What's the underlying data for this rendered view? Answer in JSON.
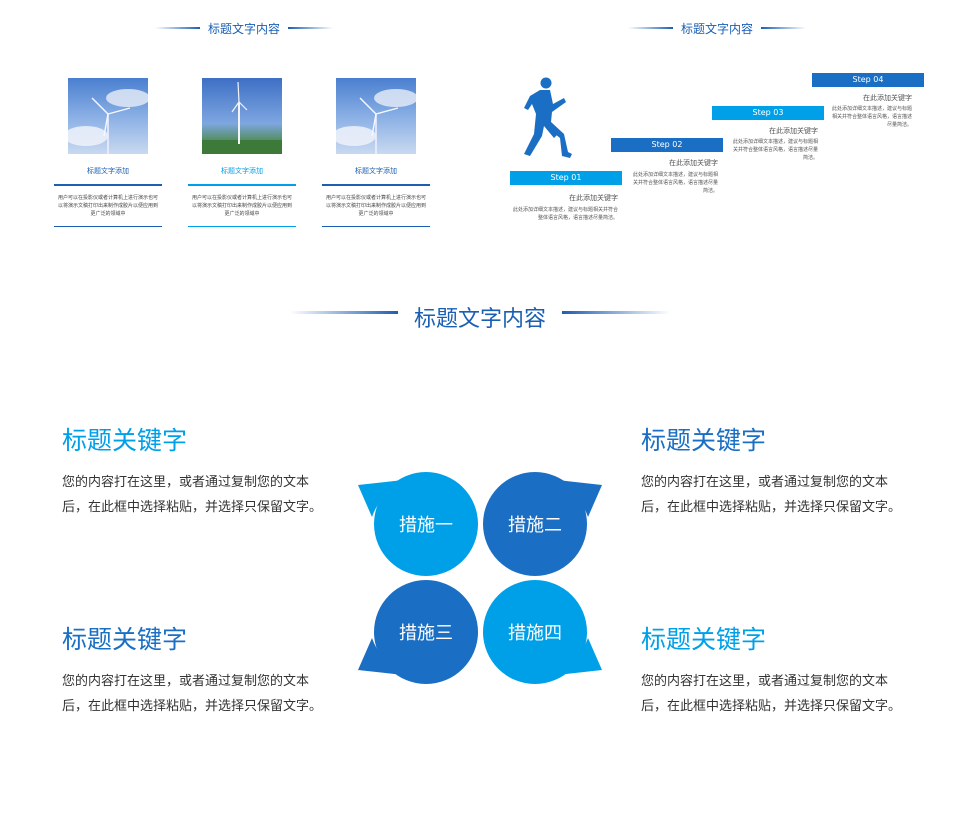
{
  "top_left": {
    "title": "标题文字内容",
    "cards": [
      {
        "title": "标题文字添加",
        "desc": "用户可以在投影仪或者计算机上进行演示也可以将演示文稿打印出来制作成胶片以便应用到更广泛的领域中",
        "accent": "#1a5fb4"
      },
      {
        "title": "标题文字添加",
        "desc": "用户可以在投影仪或者计算机上进行演示也可以将演示文稿打印出来制作成胶片以便应用到更广泛的领域中",
        "accent": "#00a0e9"
      },
      {
        "title": "标题文字添加",
        "desc": "用户可以在投影仪或者计算机上进行演示也可以将演示文稿打印出来制作成胶片以便应用到更广泛的领域中",
        "accent": "#1a5fb4"
      }
    ]
  },
  "top_right": {
    "title": "标题文字内容",
    "steps": [
      {
        "label": "Step 01",
        "keyword": "在此添加关键字",
        "desc": "此处添加详细文本描述，建议与标题相关并符合整体语言风格，语言描述尽量简洁。",
        "color": "#00a0e9"
      },
      {
        "label": "Step 02",
        "keyword": "在此添加关键字",
        "desc": "此处添加详细文本描述，建议与标题相关并符合整体语言风格，语言描述尽量简洁。",
        "color": "#1a6fc4"
      },
      {
        "label": "Step 03",
        "keyword": "在此添加关键字",
        "desc": "此处添加详细文本描述，建议与标题相关并符合整体语言风格，语言描述尽量简洁。",
        "color": "#00a0e9"
      },
      {
        "label": "Step 04",
        "keyword": "在此添加关键字",
        "desc": "此处添加详细文本描述，建议与标题相关并符合整体语言风格，语言描述尽量简洁。",
        "color": "#1a6fc4"
      }
    ]
  },
  "bottom": {
    "title": "标题文字内容",
    "blocks": [
      {
        "keyword": "标题关键字",
        "body": "您的内容打在这里，或者通过复制您的文本后，在此框中选择粘贴，并选择只保留文字。",
        "color": "#00a0e9"
      },
      {
        "keyword": "标题关键字",
        "body": "您的内容打在这里，或者通过复制您的文本后，在此框中选择粘贴，并选择只保留文字。",
        "color": "#1a6fc4"
      },
      {
        "keyword": "标题关键字",
        "body": "您的内容打在这里，或者通过复制您的文本后，在此框中选择粘贴，并选择只保留文字。",
        "color": "#1a6fc4"
      },
      {
        "keyword": "标题关键字",
        "body": "您的内容打在这里，或者通过复制您的文本后，在此框中选择粘贴，并选择只保留文字。",
        "color": "#00a0e9"
      }
    ],
    "measures": [
      {
        "label": "措施一",
        "color": "#00a0e9"
      },
      {
        "label": "措施二",
        "color": "#1a6fc4"
      },
      {
        "label": "措施三",
        "color": "#1a6fc4"
      },
      {
        "label": "措施四",
        "color": "#00a0e9"
      }
    ]
  }
}
